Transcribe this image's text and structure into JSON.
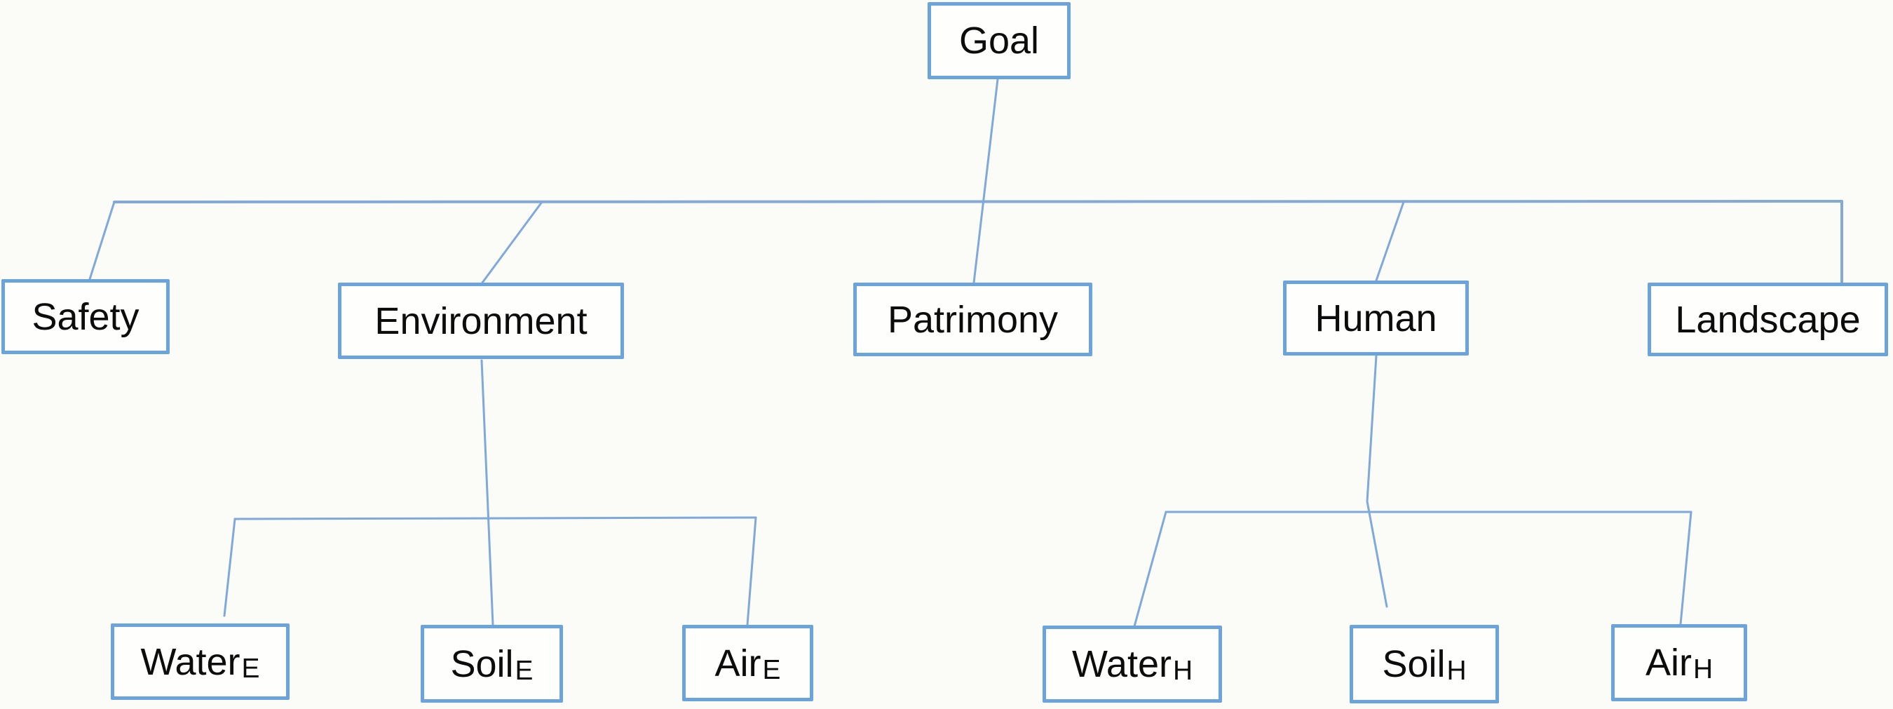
{
  "diagram": {
    "title": "Criteria hierarchy tree",
    "type": "hierarchy",
    "nodes": {
      "goal": {
        "label": "Goal"
      },
      "safety": {
        "label": "Safety"
      },
      "environment": {
        "label": "Environment"
      },
      "patrimony": {
        "label": "Patrimony"
      },
      "human": {
        "label": "Human"
      },
      "landscape": {
        "label": "Landscape"
      },
      "water_e": {
        "main": "Water",
        "sub": "E"
      },
      "soil_e": {
        "main": "Soil",
        "sub": "E"
      },
      "air_e": {
        "main": "Air",
        "sub": "E"
      },
      "water_h": {
        "main": "Water",
        "sub": "H"
      },
      "soil_h": {
        "main": "Soil",
        "sub": "H"
      },
      "air_h": {
        "main": "Air",
        "sub": "H"
      }
    },
    "edges": [
      {
        "from": "goal",
        "to": "safety"
      },
      {
        "from": "goal",
        "to": "environment"
      },
      {
        "from": "goal",
        "to": "patrimony"
      },
      {
        "from": "goal",
        "to": "human"
      },
      {
        "from": "goal",
        "to": "landscape"
      },
      {
        "from": "environment",
        "to": "water_e"
      },
      {
        "from": "environment",
        "to": "soil_e"
      },
      {
        "from": "environment",
        "to": "air_e"
      },
      {
        "from": "human",
        "to": "water_h"
      },
      {
        "from": "human",
        "to": "soil_h"
      },
      {
        "from": "human",
        "to": "air_h"
      }
    ],
    "colors": {
      "box_border": "#6ba3dc",
      "box_fill": "#fefefd",
      "connector": "#7fa9da",
      "text": "#0c0c0c",
      "background": "#fbfbf8"
    }
  }
}
